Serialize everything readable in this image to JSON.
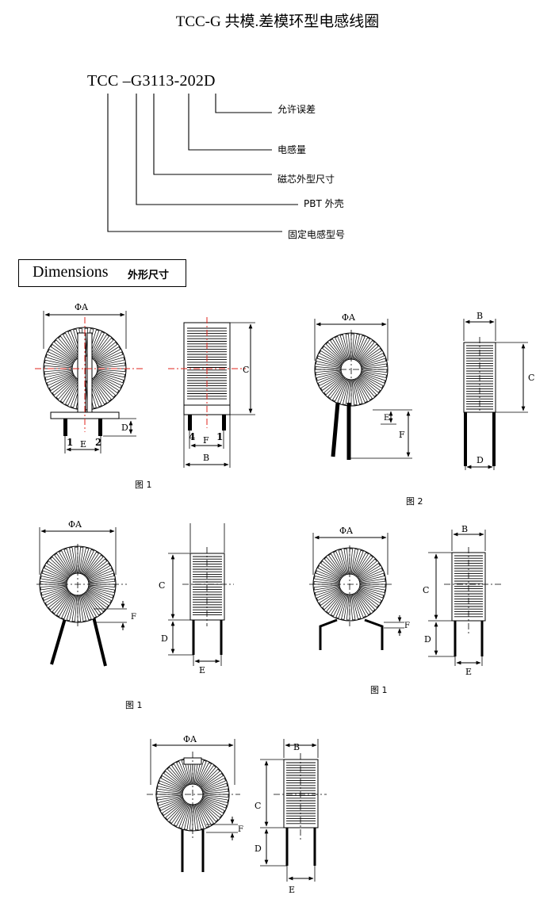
{
  "title": "TCC-G 共模.差模环型电感线圈",
  "part_number": "TCC –G3113-202D",
  "callouts": [
    "允许误差",
    "电感量",
    "磁芯外型尺寸",
    "PBT 外壳",
    "固定电感型号"
  ],
  "dimensions": {
    "en": "Dimensions",
    "zh": "外形尺寸"
  },
  "figure_labels": [
    "图 1",
    "图 2",
    "图 1",
    "图 1"
  ],
  "dim_letters": {
    "phiA": "ΦA",
    "B": "B",
    "C": "C",
    "D": "D",
    "E": "E",
    "F": "F",
    "pin1": "1",
    "pin2": "2",
    "pin4": "4"
  },
  "colors": {
    "centerline": "#e0241c",
    "ink": "#000000"
  }
}
